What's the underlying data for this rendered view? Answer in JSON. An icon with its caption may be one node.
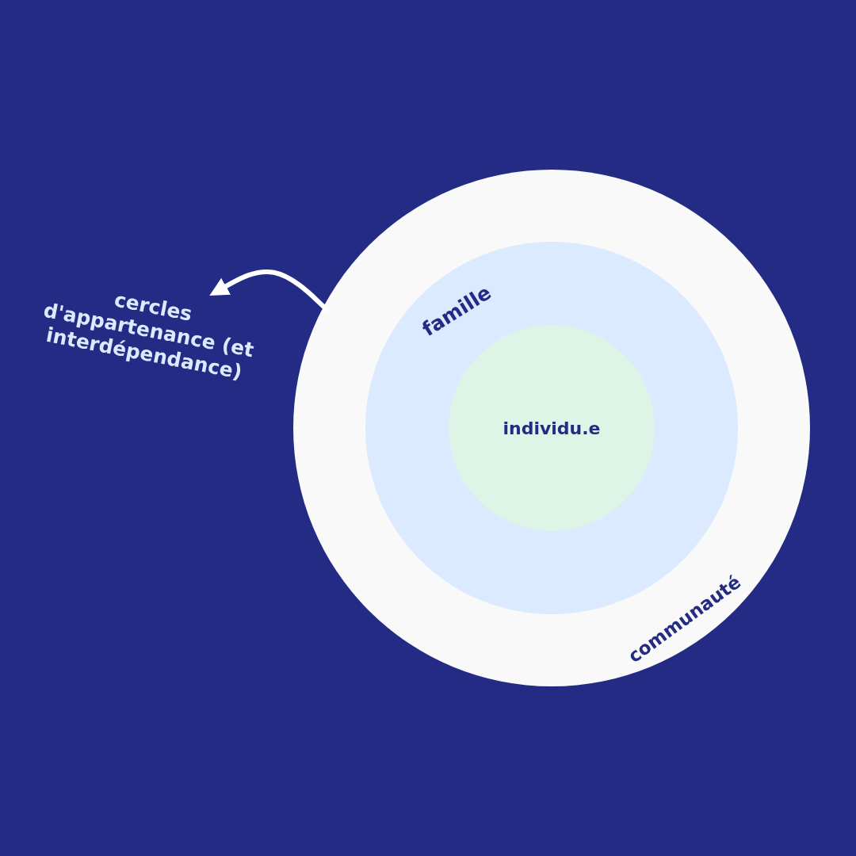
{
  "diagram": {
    "nodes": [
      {
        "text": [
          "communauté"
        ]
      },
      {
        "text": [
          "famille"
        ],
        "in": 0
      },
      {
        "text": [
          "individu.e"
        ],
        "in": 1
      },
      {
        "text": [
          "cercles d'appartenance (et interdépendance)"
        ]
      }
    ],
    "edges": [
      {
        "from": 0,
        "to": 3,
        "arrow": "to"
      }
    ]
  }
}
